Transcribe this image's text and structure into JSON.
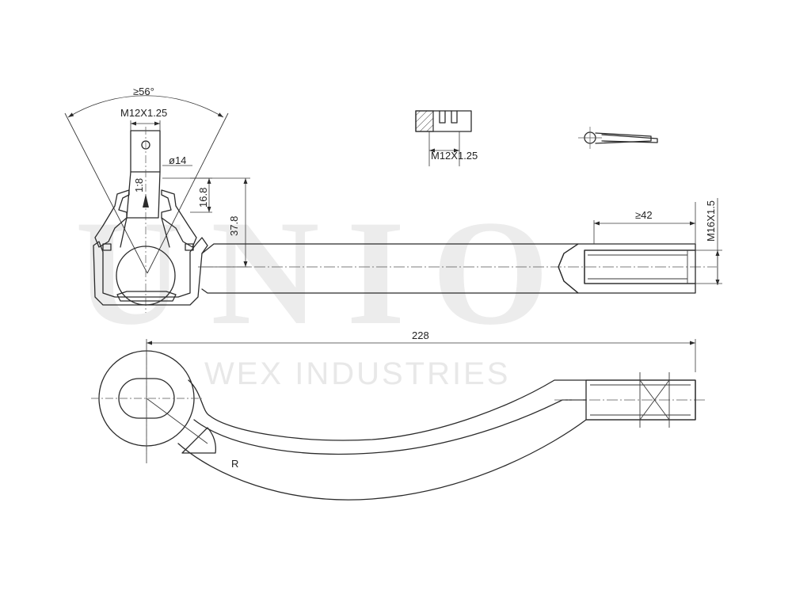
{
  "watermark": {
    "logo_text": "UNIO",
    "company": "WEX INDUSTRIES"
  },
  "dimensions": {
    "angle": "≥56°",
    "stud_thread": "M12X1.25",
    "stud_diameter": "ø14",
    "taper": "1:8",
    "height_small": "16.8",
    "height_large": "37.8",
    "length": "228",
    "thread_depth": "≥42",
    "rod_thread": "M16X1.5"
  },
  "nut": {
    "thread": "M12X1.25"
  },
  "marking": {
    "side": "R"
  }
}
